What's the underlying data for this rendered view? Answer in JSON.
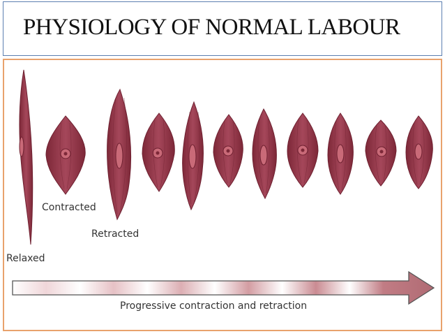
{
  "title": "PHYSIOLOGY OF NORMAL LABOUR",
  "labels": {
    "relaxed": "Relaxed",
    "contracted": "Contracted",
    "retracted": "Retracted",
    "arrow": "Progressive contraction and retraction"
  },
  "colors": {
    "cell_fill": "#9b3a4c",
    "cell_stroke": "#6e2030",
    "nucleus": "#c96a78",
    "border_title": "#5b7fb0",
    "border_diagram": "#e8a26c",
    "arrow_band": "#c98f95"
  }
}
